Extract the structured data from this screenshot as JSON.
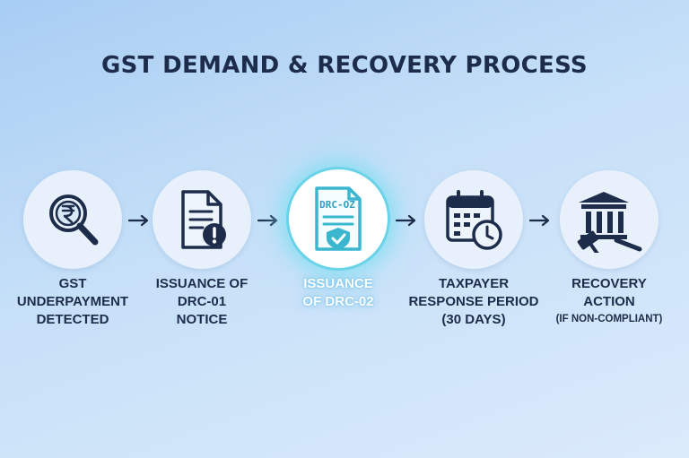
{
  "title": "GST DEMAND & RECOVERY PROCESS",
  "colors": {
    "ink": "#1d2c4a",
    "highlight_glow": "#6ad3e8",
    "highlight_icon": "#3ab7cf",
    "circle_fill": "#e8f1fb"
  },
  "steps": [
    {
      "icon": "magnifier-rupee-icon",
      "label_lines": [
        "GST",
        "UNDERPAYMENT",
        "DETECTED"
      ]
    },
    {
      "icon": "document-alert-icon",
      "label_lines": [
        "ISSUANCE OF",
        "DRC-01",
        "NOTICE"
      ]
    },
    {
      "icon": "document-shield-icon",
      "icon_text": "DRC-OZ",
      "label_lines": [
        "ISSUANCE",
        "OF DRC-02"
      ],
      "highlighted": true
    },
    {
      "icon": "calendar-clock-icon",
      "label_lines": [
        "TAXPAYER",
        "RESPONSE PERIOD",
        "(30 DAYS)"
      ]
    },
    {
      "icon": "court-gavel-icon",
      "label_lines": [
        "RECOVERY",
        "ACTION",
        "(IF NON-COMPLIANT)"
      ]
    }
  ]
}
